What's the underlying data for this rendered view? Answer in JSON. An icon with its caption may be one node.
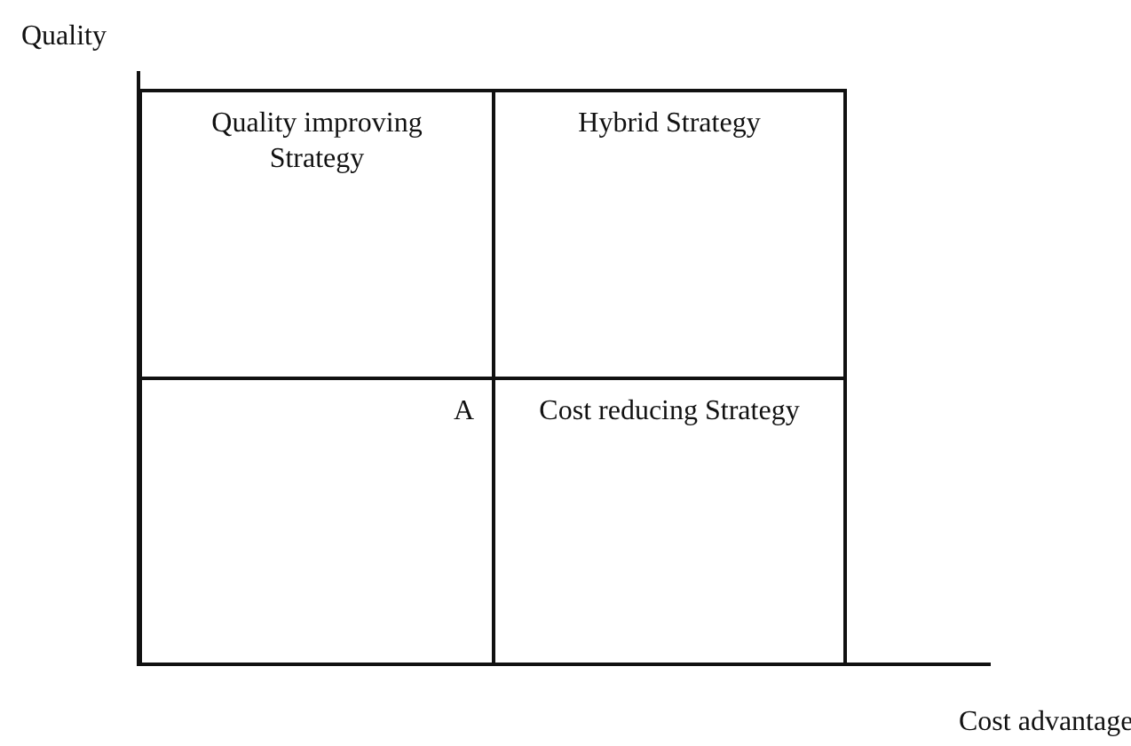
{
  "diagram": {
    "nodes": [
      {
        "text": [
          "Quality improving Strategy"
        ]
      },
      {
        "text": [
          "Hybrid Strategy"
        ]
      },
      {
        "text": [
          "A"
        ]
      },
      {
        "text": [
          "Cost reducing Strategy"
        ]
      }
    ],
    "labels": [
      "Quality",
      "Cost advantage"
    ]
  }
}
